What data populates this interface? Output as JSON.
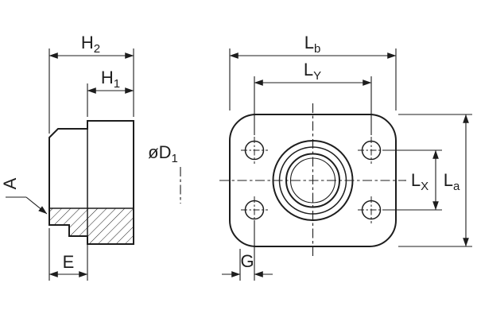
{
  "colors": {
    "background": "#ffffff",
    "line": "#1d1d1d"
  },
  "labels": {
    "h2": {
      "main": "H",
      "sub": "2"
    },
    "h1": {
      "main": "H",
      "sub": "1"
    },
    "d1": {
      "main": "øD",
      "sub": "1"
    },
    "a": {
      "main": "A",
      "sub": ""
    },
    "e": {
      "main": "E",
      "sub": ""
    },
    "lb": {
      "main": "L",
      "sub": "b"
    },
    "ly": {
      "main": "L",
      "sub": "Y"
    },
    "lx": {
      "main": "L",
      "sub": "X"
    },
    "la": {
      "main": "L",
      "sub": "a"
    },
    "g": {
      "main": "G",
      "sub": ""
    }
  }
}
